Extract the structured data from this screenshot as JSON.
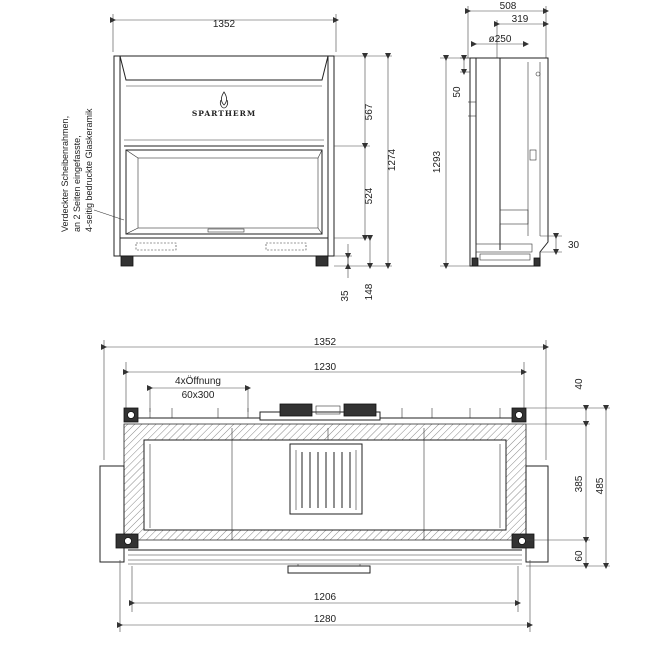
{
  "brand": {
    "logo_text": "SPARTHERM"
  },
  "note": {
    "line1": "Verdeckter Scheibenrahmen,",
    "line2": "an 2 Seiten eingefasste,",
    "line3": "4-seitig bedruckte Glaskeramik"
  },
  "front_view": {
    "width": "1352",
    "upper_height": "567",
    "total_height": "1274",
    "lower_height": "524",
    "foot_height": "35",
    "base_height": "148"
  },
  "side_view": {
    "depth_total": "508",
    "depth_partial": "319",
    "flue_diameter": "ø250",
    "top_offset": "50",
    "total_height": "1293",
    "bottom_offset": "30"
  },
  "plan_view": {
    "outer_width": "1352",
    "opening_span": "1230",
    "openings_label_1": "4xÖffnung",
    "openings_label_2": "60x300",
    "depth_top": "40",
    "depth_total": "485",
    "depth_inner": "385",
    "depth_front": "60",
    "inner_width": "1206",
    "base_width": "1280"
  }
}
